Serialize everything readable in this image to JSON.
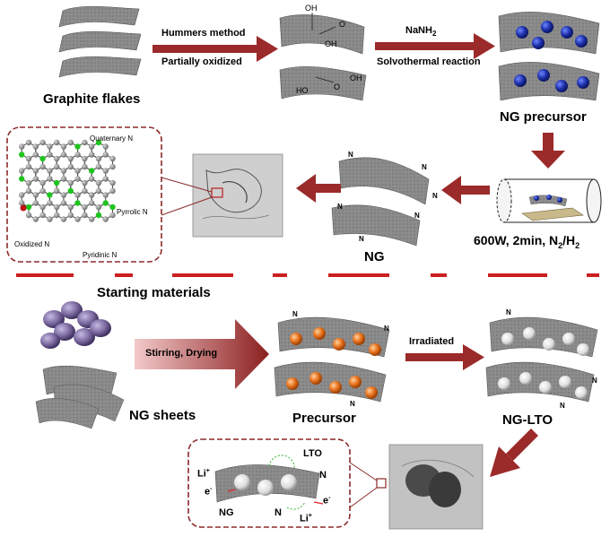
{
  "top_row": {
    "graphite_label": "Graphite flakes",
    "step1_top": "Hummers method",
    "step1_bottom": "Partially oxidized",
    "step2_top": "NaNH",
    "step2_top_sub": "2",
    "step2_bottom": "Solvothermal reaction",
    "ng_precursor_label": "NG precursor",
    "go_groups": [
      "OH",
      "O",
      "OH",
      "HO",
      "O",
      "OH"
    ]
  },
  "middle_row": {
    "microwave_label": "600W, 2min, N",
    "microwave_sub1": "2",
    "microwave_mid": "/H",
    "microwave_sub2": "2",
    "ng_label": "NG",
    "n_label": "N",
    "lattice_labels": {
      "quaternary": "Quaternary N",
      "pyrrolic": "Pyrrolic N",
      "oxidized": "Oxidized N",
      "pyridinic": "Pyridinic N"
    }
  },
  "bottom_row": {
    "starting_materials": "Starting materials",
    "ng_sheets": "NG sheets",
    "stirring_label": "Stirring, Drying",
    "precursor_label": "Precursor",
    "irradiated_label": "Irradiated",
    "ng_lto_label": "NG-LTO",
    "inset": {
      "li_plus": "Li",
      "li_sup": "+",
      "lto": "LTO",
      "n": "N",
      "e_minus": "e",
      "e_sup": "-",
      "ng": "NG"
    }
  },
  "colors": {
    "arrow": "#9b2a2a",
    "sheet": "#8c8c8c",
    "sheet_dark": "#5e5e5e",
    "blue_ball": "#1c2fa8",
    "orange_ball": "#e8731e",
    "white_ball": "#e6e6e6",
    "purple_ball": "#7b6aa0",
    "green_n": "#1fc41f",
    "dash_red": "#cc1f1f",
    "frame": "#8b2a2a"
  },
  "icons": [
    "graphite-sheet-icon",
    "process-arrow-icon",
    "reactor-tube-icon",
    "tem-image-icon",
    "lto-particle-icon"
  ]
}
